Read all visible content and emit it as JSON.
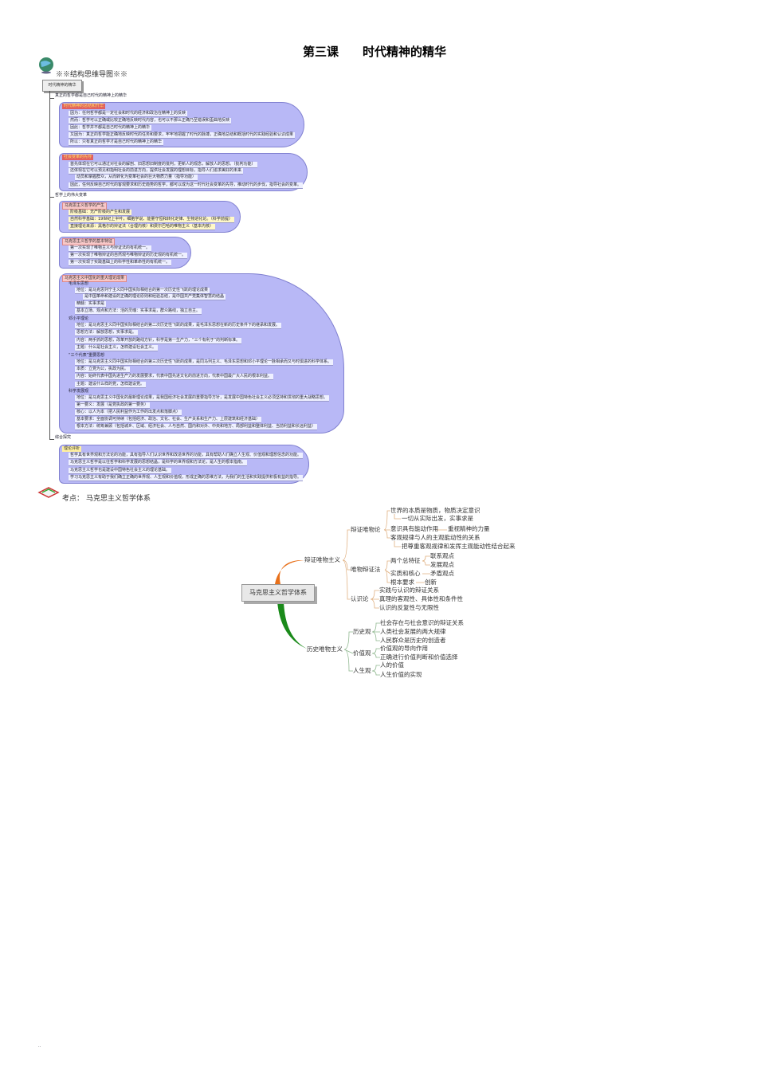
{
  "title": "第三课　　时代精神的精华",
  "section_label": "※※结构思维导图※※",
  "mindmap": {
    "root": "时代精神的精华",
    "branch1": "真正的哲学都是自己时代的精神上的精华",
    "bubble1": {
      "header": "时代精神的总结和升华",
      "items": [
        "因为：任何哲学都是一定社会和时代的经济和政治在精神上的反映",
        "然而：哲学可以正确或比较正确地反映时代内容，也可以不那么正确乃至错误和歪曲地反映",
        "因此：哲学并不都是自己时代的精神上的精华",
        "又因为：真正的哲学能正确地反映时代的任务和要求，牢牢地把握了时代的脉搏，正确地总结和概括时代的实践经验和认识成果",
        "所以：只有真正的哲学才是自己时代的精神上的精华"
      ]
    },
    "bubble2": {
      "header": "社会变革的先导",
      "items": [
        "首先体现在它可以通过对社会的解剖、旧思想旧制度的批判，更新人的观念，解放人的思想。（批判功能）",
        "还体现在它可以预见和指明社会的前进方向，提供社会发展的理想目标，指导人们追求美好的未来",
        "动员和掌握群众，从而转化为变革社会的巨大物质力量（指导功能）",
        "因此，任何反映自己时代的客观要求和历史趋势的哲学，都可以成为这一时代社会变革的先导，推动时代的步伐，指导社会的变革。"
      ]
    },
    "branch2": "哲学上的伟大变革",
    "bubble3": {
      "header": "马克思主义哲学的产生",
      "items": [
        "阶级基础：无产阶级的产生和发展",
        "自然科学基础：19世纪上半叶，细胞学说、能量守恒和转化定律、生物进化论。（科学前提）",
        "直接理论来源：黑格尔的辩证法（合理内核）和费尔巴哈的唯物主义（基本内核）"
      ]
    },
    "bubble4": {
      "header": "马克思主义哲学的基本特征",
      "items": [
        "第一次实现了唯物主义与辩证法的有机统一。",
        "第一次实现了唯物辩证的自然观与唯物辩证的历史观的有机统一。",
        "第一次实现了实践基础上的科学性和革命性的有机统一。"
      ]
    },
    "bubble5": {
      "header": "马克思主义中国化的重大理论成果",
      "groups": [
        {
          "label": "毛泽东思想",
          "items": [
            "地位：是马克思列宁主义同中国实际相结合的第一次历史性飞跃的理论成果",
            "是中国革命和建设的正确的理论原则和经验总结，是中国共产党集体智慧的结晶",
            "精髓：实事求是",
            "基本立场、观点和方法：活的灵魂：实事求是，群众路线，独立自主。"
          ]
        },
        {
          "label": "邓小平理论",
          "items": [
            "地位：是马克思主义同中国实际相结合的第二次历史性飞跃的成果，是毛泽东思想在新的历史条件下的继承和发展。",
            "思想方法：解放思想，实事求是。",
            "内容：两手抓的思想，改革开放的路线方针，科学是第一生产力，“三个有利于”的判断标准。",
            "主题：什么是社会主义，怎样建设社会主义。"
          ]
        },
        {
          "label": "“三个代表”重要思想",
          "items": [
            "地位：是马克思主义同中国实际相结合的第三次历史性飞跃的成果，是同马列主义、毛泽东思想和邓小平理论一脉相承而又与时俱进的科学体系。",
            "本质：立党为公，执政为民。",
            "内容：始终代表中国先进生产力的发展要求，代表中国先进文化的前进方向，代表中国最广大人民的根本利益。",
            "主题：建设什么样的党，怎样建设党。"
          ]
        },
        {
          "label": "科学发展观",
          "items": [
            "地位：是马克思主义中国化的最新理论成果，是我国经济社会发展的重要指导方针，是发展中国特色社会主义必须坚持和贯彻的重大战略思想。",
            "第一要义：发展（是党执政的第一要务）",
            "核心：以人为本（把人民利益作为工作的出发点和落脚点）",
            "基本要求：全面协调可持续（包括经济、政治、文化、社会、生产关系和生产力、上层建筑和经济基础）",
            "根本方法：统筹兼顾（包括城乡、区域、经济社会、人与自然、国内和对外、中央和地方、局部利益和整体利益、当前利益和长远利益）"
          ]
        }
      ]
    },
    "branch3": "综合探究",
    "bubble6": {
      "header": "理论评析",
      "items": [
        "哲学具有世界观和方法论的功能，具有指导人们认识世界和改造世界的功能，具有帮助人们确立人生观、价值观和理想信念的功能。",
        "马克思主义哲学是以往哲学和科学发展的思想结晶，是科学的世界观和方法论，是人生的根本指南。",
        "马克思主义哲学也是建设中国特色社会主义的理论基础。",
        "学习马克思主义有助于我们确立正确的世界观、人生观和价值观，形成正确的思维方法，为我们的生活和实践提供积极有益的指导。"
      ]
    }
  },
  "kaodian": {
    "label": "考点：",
    "value": "马克思主义哲学体系"
  },
  "system_map": {
    "center": "马克思主义哲学体系",
    "dm": {
      "label": "辩证唯物主义",
      "wwl": {
        "label": "辩证唯物论",
        "a": "世界的本质是物质，物质决定意识",
        "a1": "一切从实际出发，实事求是",
        "b": "意识具有能动作用",
        "b1": "重视精神的力量",
        "c": "客观规律与人的主观能动性的关系",
        "c1": "把尊重客观规律和发挥主观能动性结合起来"
      },
      "wbz": {
        "label": "唯物辩证法",
        "a": "两个总特征",
        "a1": "联系观点",
        "a2": "发展观点",
        "b": "实质和核心",
        "b1": "矛盾观点",
        "c": "根本要求",
        "c1": "创新"
      },
      "rsl": {
        "label": "认识论",
        "a": "实践与认识的辩证关系",
        "b": "真理的客观性、具体性和条件性",
        "c": "认识的反复性与无限性"
      }
    },
    "hm": {
      "label": "历史唯物主义",
      "lsg": {
        "label": "历史观",
        "a": "社会存在与社会意识的辩证关系",
        "b": "人类社会发展的两大规律",
        "c": "人民群众是历史的创造者"
      },
      "jzg": {
        "label": "价值观",
        "a": "价值观的导向作用",
        "b": "正确进行价值判断和价值选择"
      },
      "rsg": {
        "label": "人生观",
        "a": "人的价值",
        "b": "人生价值的实现"
      }
    }
  },
  "footer": ".."
}
